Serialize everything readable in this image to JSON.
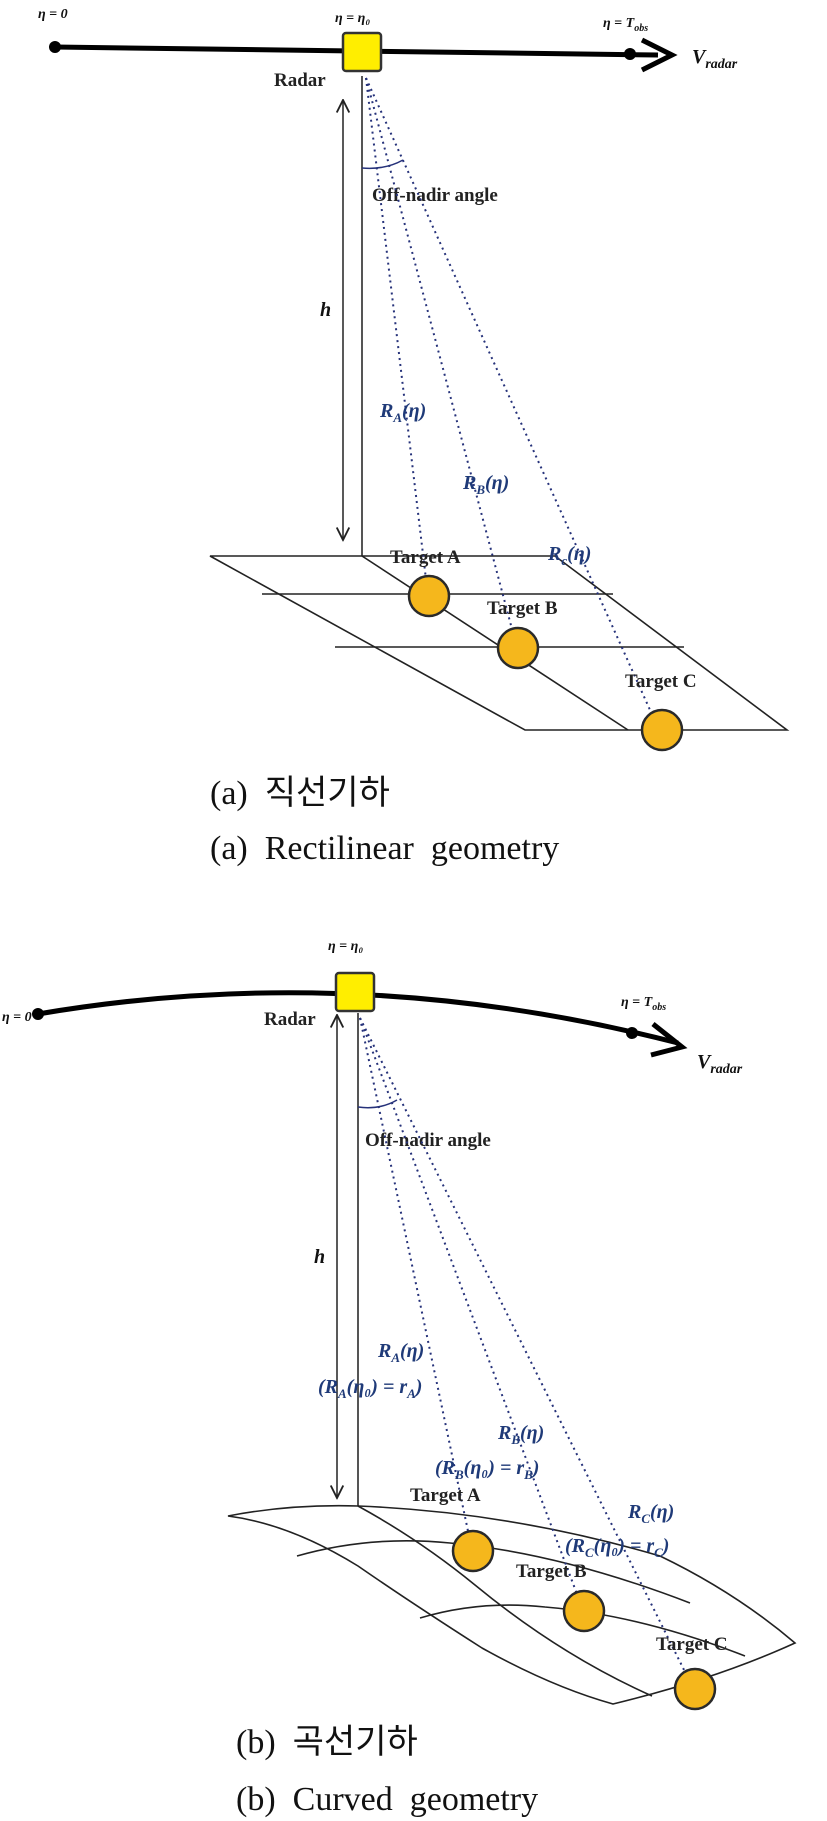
{
  "panel_a": {
    "eta_start": "η = 0",
    "eta_center": "η = η₀",
    "eta_end": "η = T",
    "eta_end_sub": "obs",
    "velocity": "V",
    "velocity_sub": "radar",
    "radar": "Radar",
    "off_nadir": "Off-nadir angle",
    "height": "h",
    "range_a": "R",
    "range_a_sub": "A",
    "range_b": "R",
    "range_b_sub": "B",
    "range_c": "R",
    "range_c_sub": "c",
    "range_arg": "(η)",
    "target_a": "Target A",
    "target_b": "Target B",
    "target_c": "Target C",
    "caption_ko": "(a)  직선기하",
    "caption_en": "(a)  Rectilinear  geometry"
  },
  "panel_b": {
    "eta_start": "η = 0",
    "eta_center": "η = η₀",
    "eta_end": "η = T",
    "eta_end_sub": "obs",
    "velocity": "V",
    "velocity_sub": "radar",
    "radar": "Radar",
    "off_nadir": "Off-nadir angle",
    "height": "h",
    "range_a": "R",
    "range_a_sub": "A",
    "range_a_eq": "(R",
    "range_a_eq_sub": "A",
    "range_a_eq_tail": "(η₀) = r",
    "range_a_eq_r_sub": "A",
    "range_b": "R",
    "range_b_sub": "B",
    "range_b_eq": "(R",
    "range_b_eq_sub": "B",
    "range_b_eq_tail": "(η₀) = r",
    "range_b_eq_r_sub": "B",
    "range_c": "R",
    "range_c_sub": "C",
    "range_c_eq": "(R",
    "range_c_eq_sub": "C",
    "range_c_eq_tail": "(η₀) = r",
    "range_c_eq_r_sub": "C",
    "range_arg": "(η)",
    "close_paren": ")",
    "target_a": "Target A",
    "target_b": "Target B",
    "target_c": "Target C",
    "caption_ko": "(b)  곡선기하",
    "caption_en": "(b)  Curved  geometry"
  }
}
